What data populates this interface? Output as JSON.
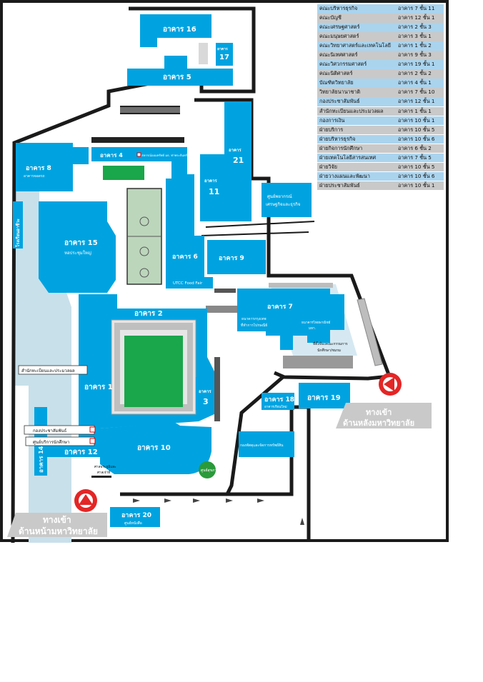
{
  "colors": {
    "building": "#00a3e0",
    "outline": "#1a1a1a",
    "road": "#666666",
    "courtyard": "#c8e0ea",
    "field": "#1aa64a",
    "court": "#bcd6bc",
    "legend_a": "#aad4ee",
    "legend_b": "#c9c9c9"
  },
  "buildings": {
    "b16": "อาคาร 16",
    "b17_prefix": "อาคาร",
    "b17_num": "17",
    "b5": "อาคาร 5",
    "b4": "อาคาร 4",
    "b4_note": "สหกรณ์ออมทรัพย์ มธ. ท่าพระจันทร์ / ธนาคาร",
    "b21_prefix": "อาคาร",
    "b21_num": "21",
    "b11_prefix": "อาคาร",
    "b11_num": "11",
    "econ_center_1": "ศูนย์พยากรณ์",
    "econ_center_2": "เศรษฐกิจและธุรกิจ",
    "b8": "อาคาร 8",
    "b8_sub": "อาคารจอดรถ",
    "b15": "อาคาร 15",
    "b15_sub": "หอประชุมใหญ่",
    "b6": "อาคาร 6",
    "b6_sub": "UTCC Food Fair",
    "b9": "อาคาร 9",
    "b2": "อาคาร 2",
    "b7": "อาคาร 7",
    "b7_bank1_1": "ธนาคารกรุงเทพ",
    "b7_bank1_2": "ที่ทำการไปรษณีย์",
    "b7_bank2_1": "ธนาคารไทยพาณิชย์",
    "b7_bank2_2": "มหา.",
    "b7_union_1": "ที่ตั้งห้องคณะกรรมการ",
    "b7_union_2": "นักศึกษา/ชมรม",
    "b1": "อาคาร 1",
    "b3_prefix": "อาคาร",
    "b3_num": "3",
    "b18": "อาคาร 18",
    "b18_sub": "อาคารเรียนใหม่",
    "b19": "อาคาร 19",
    "b10": "อาคาร 10",
    "b12": "อาคาร 12",
    "b14": "อาคาร 14",
    "b20": "อาคาร 20",
    "b20_sub": "ศูนย์หนังสือ",
    "vocational": "โรงเรียนอาชีวะ",
    "wellness": "ศูนย์สุขภาพ",
    "assets": "กองพัสดุและจัดการทรัพย์สิน",
    "shrine_1": "ศาลพระภูมิและ",
    "shrine_2": "ศาลเจ้าที่"
  },
  "callouts": {
    "registrar": "สำนักทะเบียนและประมวลผล",
    "pr": "กองประชาสัมพันธ์",
    "student_center": "ศูนย์บริการนักศึกษา"
  },
  "entrances": {
    "front_1": "ทางเข้า",
    "front_2": "ด้านหน้ามหาวิทยาลัย",
    "back_1": "ทางเข้า",
    "back_2": "ด้านหลังมหาวิทยาลัย"
  },
  "legend": [
    {
      "name": "คณะบริหารธุรกิจ",
      "loc": "อาคาร 7 ชั้น 11"
    },
    {
      "name": "คณะบัญชี",
      "loc": "อาคาร 12 ชั้น 1"
    },
    {
      "name": "คณะเศรษฐศาสตร์",
      "loc": "อาคาร 2 ชั้น 3"
    },
    {
      "name": "คณะมนุษยศาสตร์",
      "loc": "อาคาร 3 ชั้น 1"
    },
    {
      "name": "คณะวิทยาศาสตร์และเทคโนโลยี",
      "loc": "อาคาร 1 ชั้น 2"
    },
    {
      "name": "คณะนิเทศศาสตร์",
      "loc": "อาคาร 9 ชั้น 3"
    },
    {
      "name": "คณะวิศวกรรมศาสตร์",
      "loc": "อาคาร 19 ชั้น 1"
    },
    {
      "name": "คณะนิติศาสตร์",
      "loc": "อาคาร 2 ชั้น 2"
    },
    {
      "name": "บัณฑิตวิทยาลัย",
      "loc": "อาคาร 4 ชั้น 1"
    },
    {
      "name": "วิทยาลัยนานาชาติ",
      "loc": "อาคาร 7 ชั้น 10"
    },
    {
      "name": "กองประชาสัมพันธ์",
      "loc": "อาคาร 12 ชั้น 1"
    },
    {
      "name": "สำนักทะเบียนและประมวลผล",
      "loc": "อาคาร 1 ชั้น 1"
    },
    {
      "name": "กองการเงิน",
      "loc": "อาคาร 10 ชั้น 1"
    },
    {
      "name": "ฝ่ายบริการ",
      "loc": "อาคาร 10 ชั้น 5"
    },
    {
      "name": "ฝ่ายบริหารธุรกิจ",
      "loc": "อาคาร 10 ชั้น 6"
    },
    {
      "name": "ฝ่ายกิจการนักศึกษา",
      "loc": "อาคาร 6 ชั้น 2"
    },
    {
      "name": "ฝ่ายเทคโนโลยีสารสนเทศ",
      "loc": "อาคาร 7 ชั้น 5"
    },
    {
      "name": "ฝ่ายวิจัย",
      "loc": "อาคาร 10 ชั้น 5"
    },
    {
      "name": "ฝ่ายวางแผนและพัฒนา",
      "loc": "อาคาร 10 ชั้น 6"
    },
    {
      "name": "ฝ่ายประชาสัมพันธ์",
      "loc": "อาคาร 10 ชั้น 1"
    }
  ]
}
